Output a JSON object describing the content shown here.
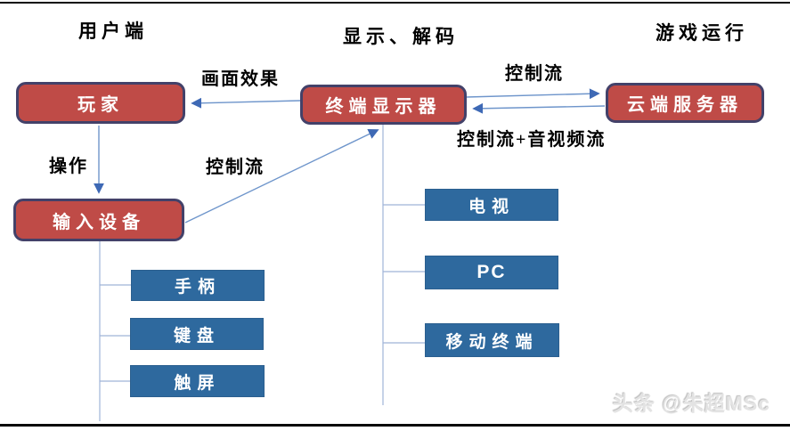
{
  "headers": {
    "left": "用户端",
    "middle": "显示、解码",
    "right": "游戏运行"
  },
  "nodes": {
    "player": "玩家",
    "input_device": "输入设备",
    "terminal_display": "终端显示器",
    "cloud_server": "云端服务器",
    "tv": "电视",
    "pc": "PC",
    "mobile_terminal": "移动终端",
    "gamepad": "手柄",
    "keyboard": "键盘",
    "touchscreen": "触屏"
  },
  "edge_labels": {
    "picture_effect": "画面效果",
    "operation": "操作",
    "control_flow_diagonal": "控制流",
    "control_flow_top": "控制流",
    "control_flow_av": "控制流+音视频流"
  },
  "watermark": "头条 @朱超MSc",
  "colors": {
    "red_fill": "#BF4B47",
    "red_border": "#434169",
    "blue_fill": "#2E699E",
    "blue_border": "#2B5F8F",
    "arrow_line": "#6E95CB",
    "arrowhead": "#3E69B5",
    "connector": "#9FB4D8",
    "watermark": "#E3E3E3"
  }
}
